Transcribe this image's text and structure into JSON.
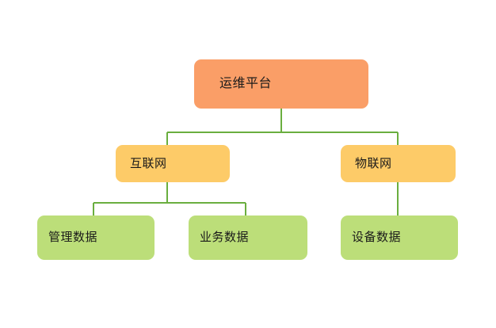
{
  "diagram": {
    "type": "org-tree",
    "orientation": "top-down",
    "background_color": "#ffffff",
    "connector_color": "#6aae3f",
    "levels": [
      {
        "name": "root",
        "fill_color": "#fa9e67",
        "nodes": [
          {
            "id": "root",
            "label": "运维平台"
          }
        ]
      },
      {
        "name": "category",
        "fill_color": "#fdcb68",
        "nodes": [
          {
            "id": "internet",
            "label": "互联网"
          },
          {
            "id": "iot",
            "label": "物联网"
          }
        ]
      },
      {
        "name": "data",
        "fill_color": "#bcde79",
        "nodes": [
          {
            "id": "mgmt-data",
            "label": "管理数据"
          },
          {
            "id": "biz-data",
            "label": "业务数据"
          },
          {
            "id": "device-data",
            "label": "设备数据"
          }
        ]
      }
    ],
    "edges": [
      {
        "from": "root",
        "to": "internet"
      },
      {
        "from": "root",
        "to": "iot"
      },
      {
        "from": "internet",
        "to": "mgmt-data"
      },
      {
        "from": "internet",
        "to": "biz-data"
      },
      {
        "from": "iot",
        "to": "device-data"
      }
    ]
  }
}
